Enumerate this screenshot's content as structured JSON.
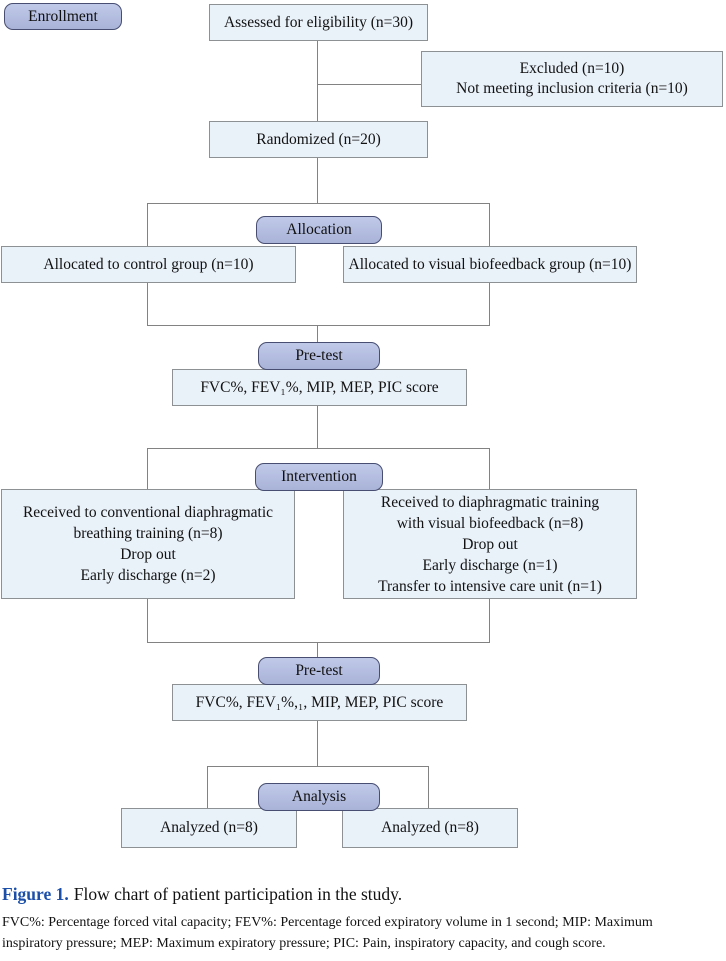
{
  "figure": {
    "caption_label": "Figure 1.",
    "caption_text": "Flow chart of patient participation in the study.",
    "footnote_line1": "FVC%: Percentage forced vital capacity; FEV%: Percentage forced expiratory volume in 1 second; MIP: Maximum",
    "footnote_line2": "inspiratory pressure; MEP: Maximum expiratory pressure; PIC: Pain, inspiratory capacity, and cough score."
  },
  "flowchart": {
    "stage_labels": {
      "enrollment": "Enrollment",
      "allocation": "Allocation",
      "pretest1": "Pre-test",
      "intervention": "Intervention",
      "pretest2": "Pre-test",
      "analysis": "Analysis"
    },
    "assessed": "Assessed for eligibility (n=30)",
    "excluded": {
      "lines": [
        "Excluded (n=10)",
        "Not meeting inclusion criteria (n=10)"
      ]
    },
    "randomized": "Randomized (n=20)",
    "allocated_control": "Allocated to control group (n=10)",
    "allocated_biofeedback": "Allocated to visual biofeedback group (n=10)",
    "pretest_measures_1": "FVC%, FEV₁%, MIP, MEP, PIC score",
    "intervention_control": {
      "lines": [
        "Received to conventional diaphragmatic",
        "breathing training (n=8)",
        "Drop out",
        "Early discharge (n=2)"
      ]
    },
    "intervention_biofeedback": {
      "lines": [
        "Received to diaphragmatic training",
        "with visual biofeedback (n=8)",
        "Drop out",
        "Early discharge (n=1)",
        "Transfer to intensive care unit (n=1)"
      ]
    },
    "pretest_measures_2": "FVC%, FEV₁%,₁, MIP, MEP, PIC score",
    "analyzed_control": "Analyzed (n=8)",
    "analyzed_biofeedback": "Analyzed (n=8)"
  },
  "colors": {
    "stage_fill": "#b3bcdf",
    "stage_border": "#474e71",
    "node_fill": "#e9f1f9",
    "node_border": "#8d9194",
    "connector": "#828282",
    "caption_accent": "#1b4fa8"
  }
}
